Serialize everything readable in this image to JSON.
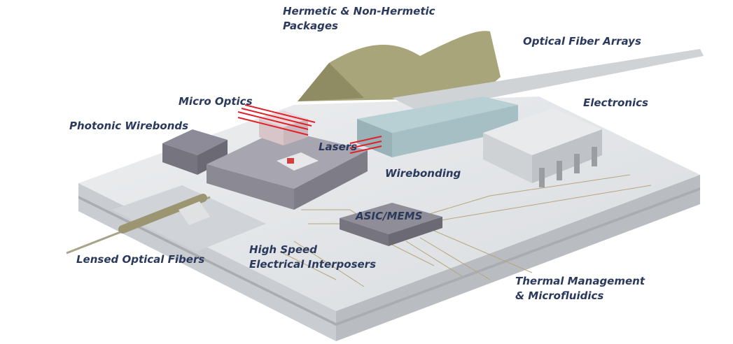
{
  "title": "Photonic integrated packaging platform",
  "labels": {
    "hermetic": "Hermetic & Non-Hermetic",
    "hermetic2": "Packages",
    "fiber_arrays": "Optical Fiber Arrays",
    "micro_optics": "Micro Optics",
    "electronics": "Electronics",
    "photonic_wirebonds": "Photonic Wirebonds",
    "lasers": "Lasers",
    "wirebonding": "Wirebonding",
    "asic": "ASIC/MEMS",
    "lensed": "Lensed Optical Fibers",
    "interposers": "High Speed",
    "interposers2": "Electrical Interposers",
    "thermal": "Thermal Management",
    "thermal2": "& Microfluidics"
  },
  "colors": {
    "label": "#2b3a5c",
    "laser": "#e0202a",
    "package": "#a9a57a",
    "board": "#e4e6e8"
  }
}
